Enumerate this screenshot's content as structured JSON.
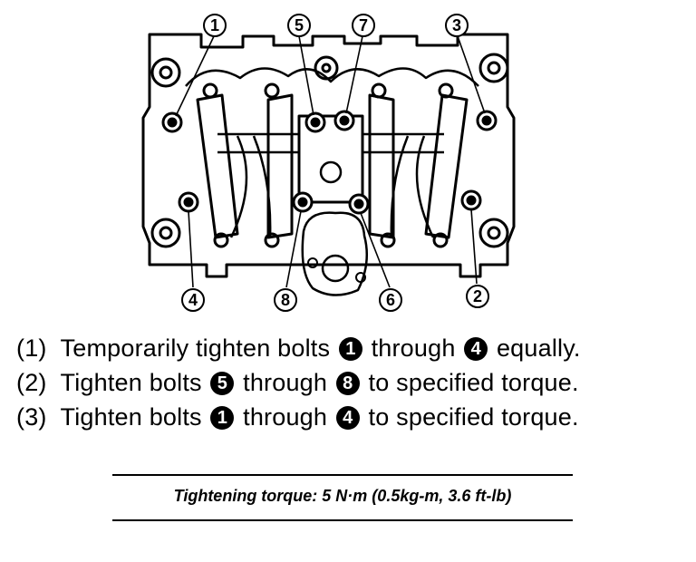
{
  "callouts": [
    {
      "id": "1",
      "label": "1"
    },
    {
      "id": "5",
      "label": "5"
    },
    {
      "id": "7",
      "label": "7"
    },
    {
      "id": "3",
      "label": "3"
    },
    {
      "id": "4",
      "label": "4"
    },
    {
      "id": "8",
      "label": "8"
    },
    {
      "id": "6",
      "label": "6"
    },
    {
      "id": "2",
      "label": "2"
    }
  ],
  "steps": [
    {
      "num": "(1)",
      "a": "Temporarily tighten bolts",
      "c1": "1",
      "mid": "through",
      "c2": "4",
      "b": "equally."
    },
    {
      "num": "(2)",
      "a": "Tighten bolts",
      "c1": "5",
      "mid": "through",
      "c2": "8",
      "b": "to specified torque."
    },
    {
      "num": "(3)",
      "a": "Tighten bolts",
      "c1": "1",
      "mid": "through",
      "c2": "4",
      "b": "to specified torque."
    }
  ],
  "torque_spec": "Tightening torque: 5 N·m (0.5kg-m, 3.6 ft-lb)"
}
